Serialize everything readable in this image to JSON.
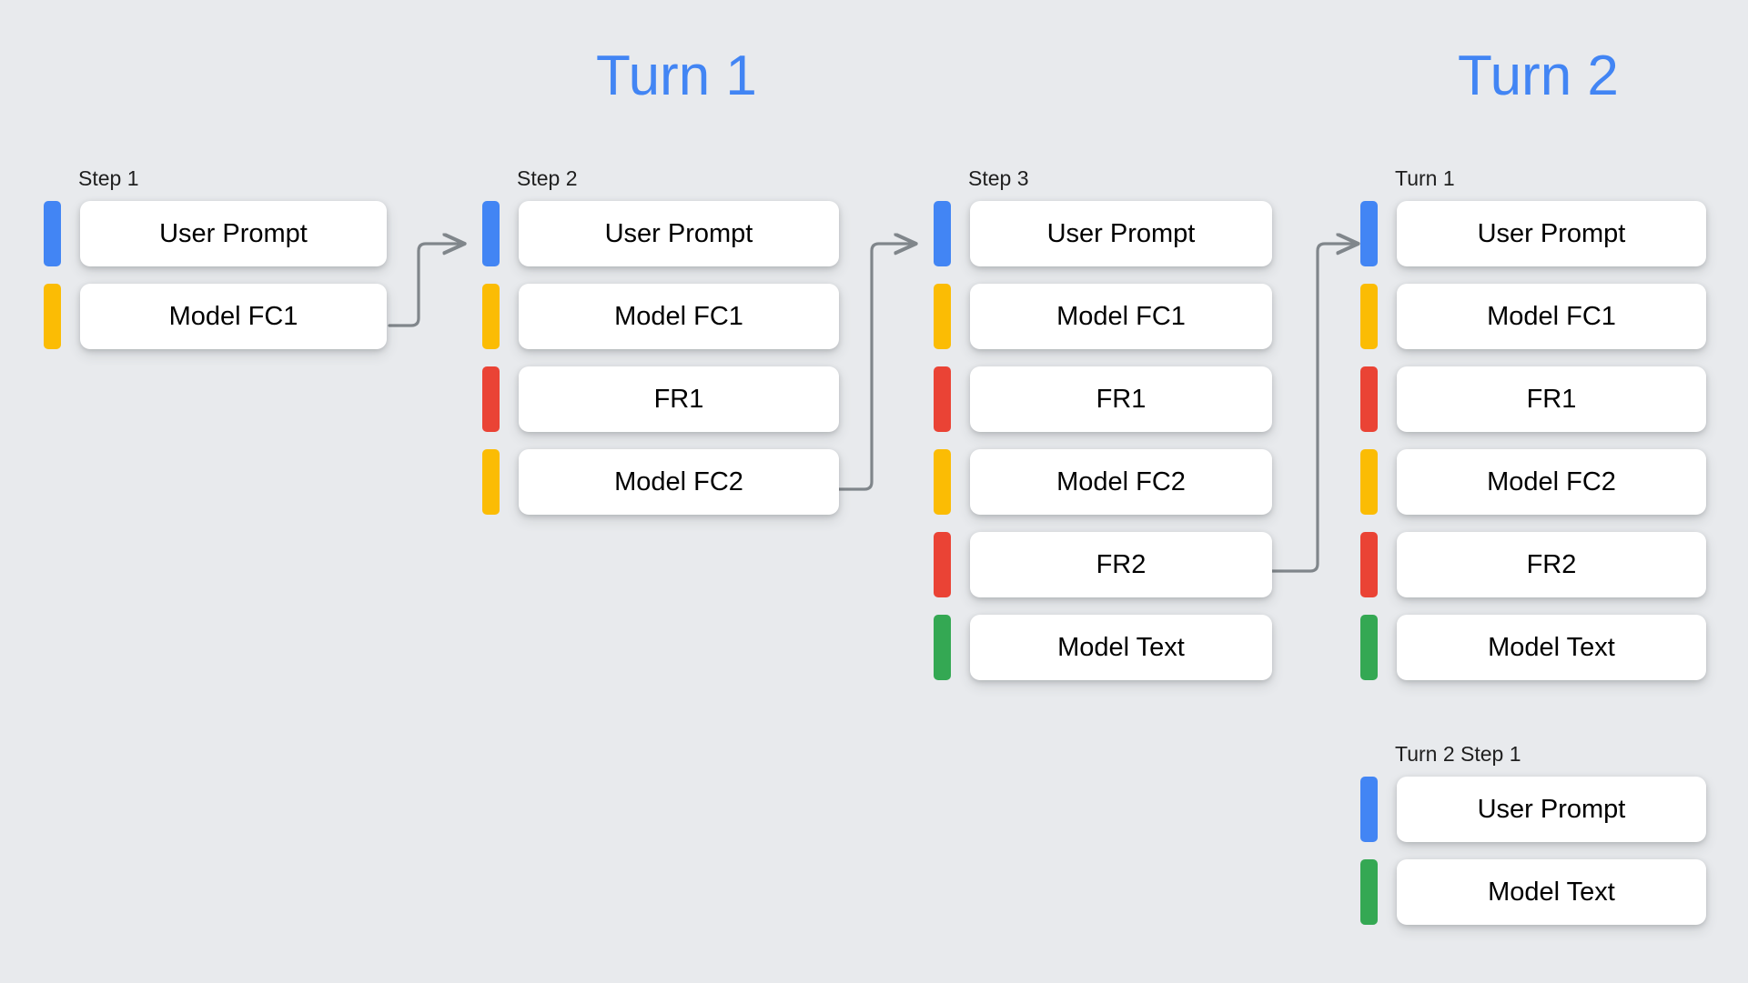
{
  "background_color": "#E8EAED",
  "accent_color": "#4285F4",
  "banners": {
    "turn1": "Turn 1",
    "turn2": "Turn 2"
  },
  "legend_colors": {
    "user_prompt": "#4285F4",
    "model_function_call": "#FBBC04",
    "function_response": "#EA4335",
    "model_text": "#34A853"
  },
  "columns": [
    {
      "id": "step-1",
      "label": "Step 1",
      "rows": [
        {
          "color": "blue",
          "label": "User Prompt"
        },
        {
          "color": "yellow",
          "label": "Model FC1"
        }
      ]
    },
    {
      "id": "step-2",
      "label": "Step 2",
      "rows": [
        {
          "color": "blue",
          "label": "User Prompt"
        },
        {
          "color": "yellow",
          "label": "Model FC1"
        },
        {
          "color": "red",
          "label": "FR1"
        },
        {
          "color": "yellow",
          "label": "Model FC2"
        }
      ]
    },
    {
      "id": "step-3",
      "label": "Step 3",
      "rows": [
        {
          "color": "blue",
          "label": "User Prompt"
        },
        {
          "color": "yellow",
          "label": "Model FC1"
        },
        {
          "color": "red",
          "label": "FR1"
        },
        {
          "color": "yellow",
          "label": "Model FC2"
        },
        {
          "color": "red",
          "label": "FR2"
        },
        {
          "color": "green",
          "label": "Model Text"
        }
      ]
    },
    {
      "id": "turn2-turn1",
      "label": "Turn 1",
      "rows": [
        {
          "color": "blue",
          "label": "User Prompt"
        },
        {
          "color": "yellow",
          "label": "Model FC1"
        },
        {
          "color": "red",
          "label": "FR1"
        },
        {
          "color": "yellow",
          "label": "Model FC2"
        },
        {
          "color": "red",
          "label": "FR2"
        },
        {
          "color": "green",
          "label": "Model Text"
        }
      ]
    },
    {
      "id": "turn2-step1",
      "label": "Turn 2 Step 1",
      "rows": [
        {
          "color": "blue",
          "label": "User Prompt"
        },
        {
          "color": "green",
          "label": "Model Text"
        }
      ]
    }
  ],
  "connectors": [
    {
      "id": "arrow-step1-to-step2",
      "from": "step-1 Model FC1",
      "to": "step-2 User Prompt"
    },
    {
      "id": "arrow-step2-to-step3",
      "from": "step-2 Model FC2",
      "to": "step-3 User Prompt"
    },
    {
      "id": "arrow-step3-to-turn2",
      "from": "step-3 FR2",
      "to": "turn2-turn1 User Prompt"
    }
  ],
  "connector_color": "#80868B"
}
